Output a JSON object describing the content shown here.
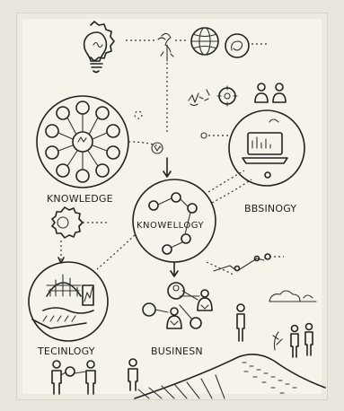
{
  "labels": {
    "knowledge": "KNOWLEDGE",
    "center": "KNOWELLOGY",
    "right": "BBSINOGY",
    "bottom_left": "TECINLOGY",
    "bottom_center": "BUSINESN"
  },
  "icons": [
    "lightbulb-gear-icon",
    "globe-icon",
    "network-circle-icon",
    "laptop-circle-icon",
    "gear-icon",
    "people-icon",
    "landscape-icon"
  ]
}
